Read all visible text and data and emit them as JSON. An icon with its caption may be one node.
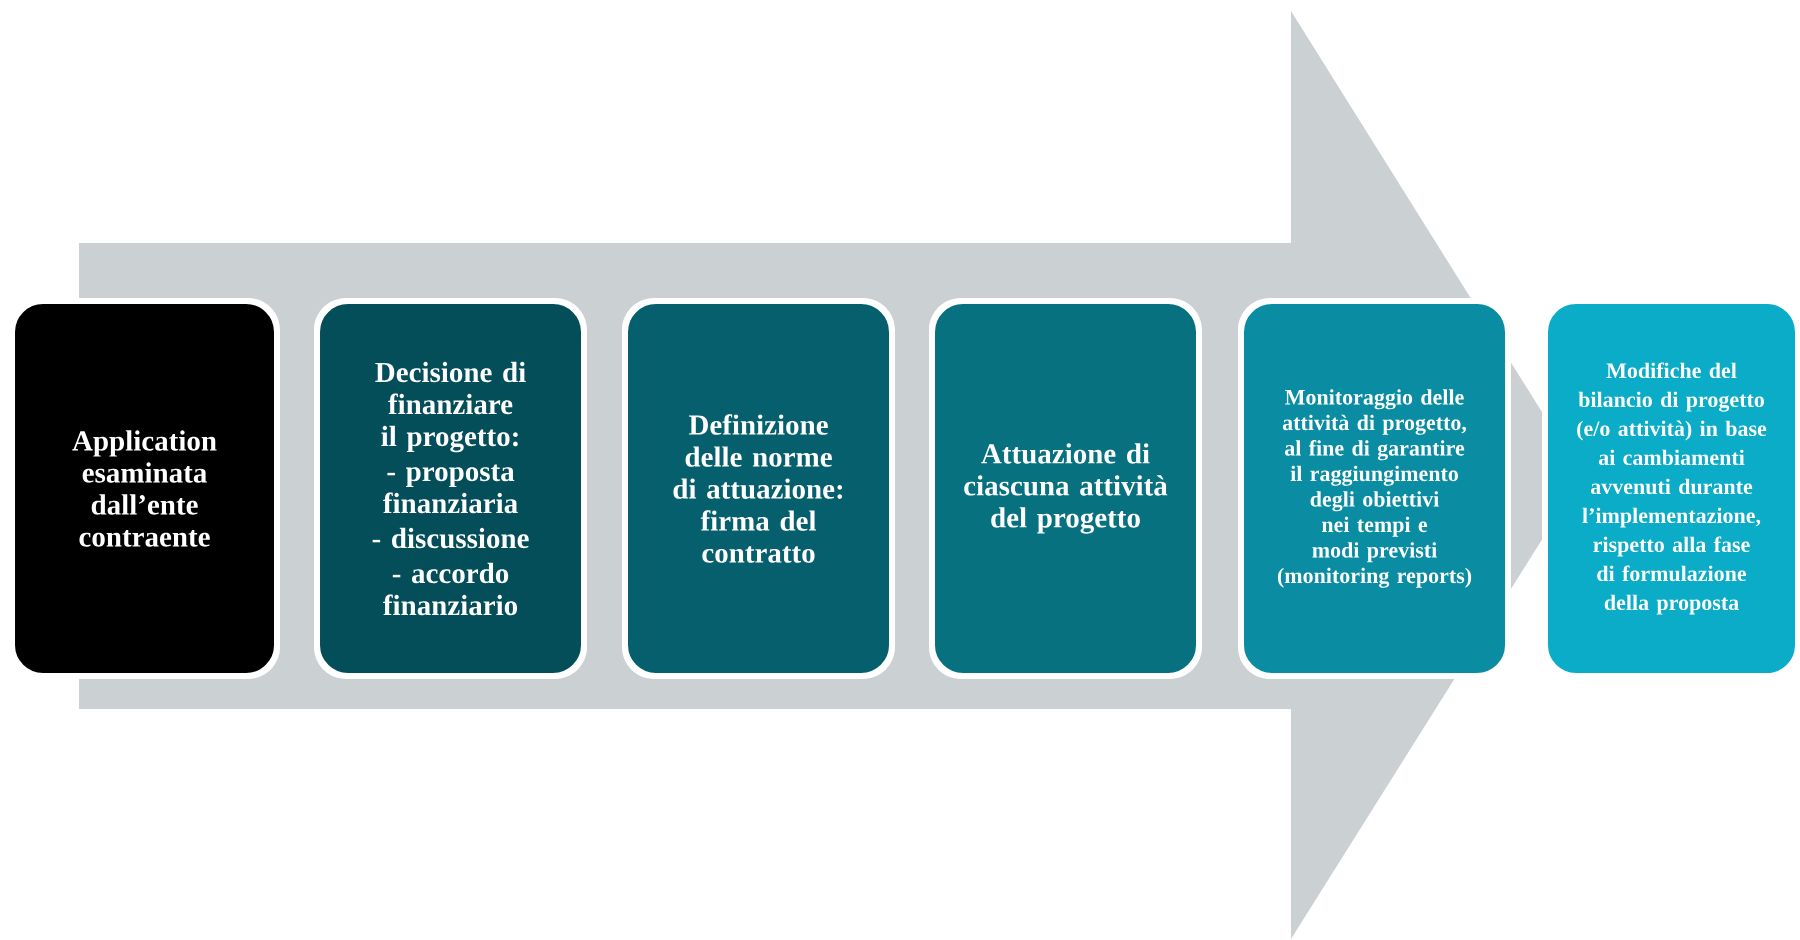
{
  "diagram": {
    "nodes": [
      {
        "text": [
          "Application esaminata dall’ente contraente"
        ]
      },
      {
        "text": [
          "Decisione di finanziare il progetto:",
          "- proposta finanziaria",
          "- discussione",
          "- accordo finanziario"
        ]
      },
      {
        "text": [
          "Definizione delle norme di attuazione: firma del contratto"
        ]
      },
      {
        "text": [
          "Attuazione di ciascuna attività del progetto"
        ]
      },
      {
        "text": [
          "Monitoraggio delle attività di progetto, al fine di garantire il raggiungimento degli obiettivi nei tempi e modi previsti (monitoring reports)"
        ]
      },
      {
        "text": [
          "Modifiche del bilancio di progetto (e/o attività) in base ai cambiamenti avvenuti durante l’implementazione, rispetto alla fase di formulazione della proposta"
        ]
      }
    ],
    "edges": [
      {
        "from": 0,
        "to": 5,
        "arrow": "to"
      }
    ]
  }
}
